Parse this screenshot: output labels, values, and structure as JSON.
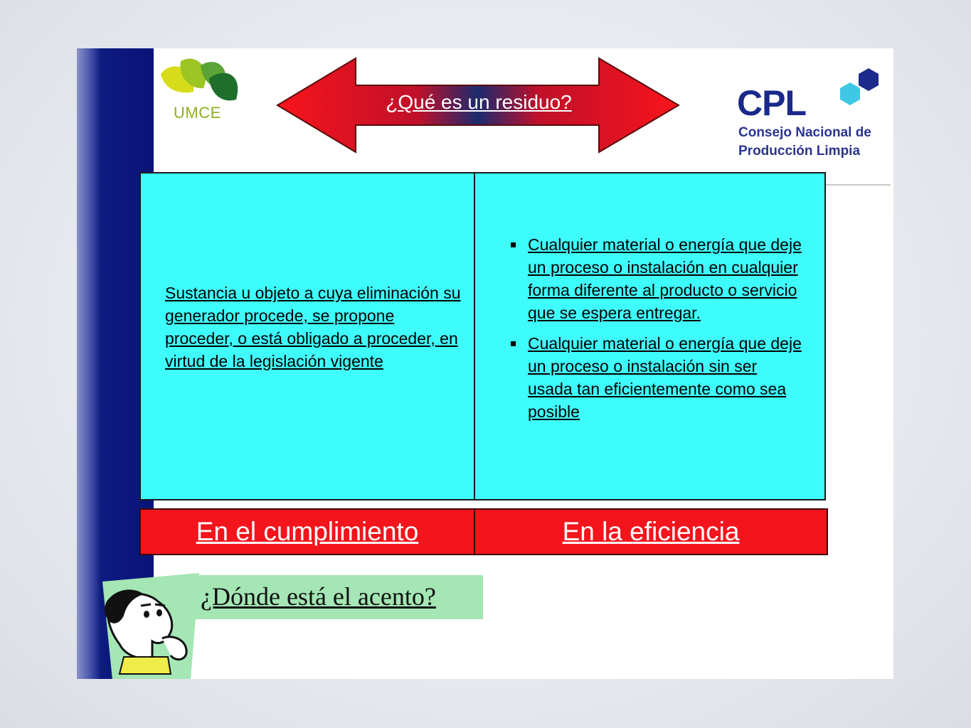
{
  "slide": {
    "title": "¿Qué es un residuo?",
    "logos": {
      "umce_text": "UMCE",
      "cpl_letters": "CPL",
      "cpl_line1": "Consejo Nacional de",
      "cpl_line2": "Producción Limpia"
    },
    "left_panel": {
      "text": "Sustancia u objeto a cuya eliminación su generador procede, se propone proceder, o está obligado a proceder, en virtud de la legislación vigente"
    },
    "right_panel": {
      "bullets": [
        "Cualquier material o energía que deje un proceso o instalación en cualquier forma diferente al producto o servicio que se espera entregar.",
        "Cualquier material o energía que deje un proceso o instalación sin ser usada tan eficientemente como sea posible"
      ]
    },
    "labels": {
      "left": "En el cumplimiento",
      "right": "En la eficiencia"
    },
    "question": "¿Dónde está el acento?",
    "colors": {
      "panel": "#3ffcfc",
      "red_bar": "#f3141c",
      "sidebar": "#0a1478",
      "question_bg": "#a4e6b4"
    },
    "icons": {
      "umce_logo": "leaf-logo-icon",
      "cpl_logo": "hexagon-logo-icon",
      "cartoon": "thinking-man-icon"
    }
  }
}
